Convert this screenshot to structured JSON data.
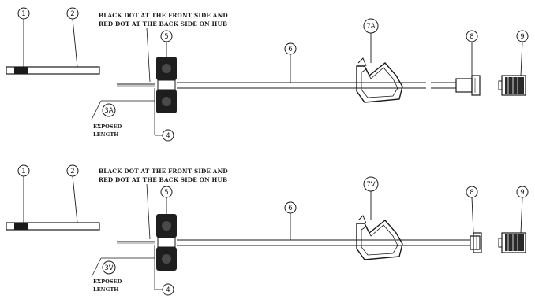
{
  "figure": {
    "background": "#ffffff",
    "ink": "#1a1a1a",
    "assemblies": [
      {
        "id": "arterial",
        "callouts": {
          "c1": "1",
          "c2": "2",
          "c3": "3A",
          "c4": "4",
          "c5": "5",
          "c6": "6",
          "c7": "7A",
          "c8": "8",
          "c9": "9"
        },
        "note_line1": "BLACK DOT AT THE FRONT SIDE AND",
        "note_line2": "RED DOT AT THE BACK SIDE ON HUB",
        "exposed_label_line1": "EXPOSED",
        "exposed_label_line2": "LENGTH"
      },
      {
        "id": "venous",
        "callouts": {
          "c1": "1",
          "c2": "2",
          "c3": "3V",
          "c4": "4",
          "c5": "5",
          "c6": "6",
          "c7": "7V",
          "c8": "8",
          "c9": "9"
        },
        "note_line1": "BLACK DOT AT THE FRONT SIDE AND",
        "note_line2": "RED DOT AT THE BACK SIDE ON HUB",
        "exposed_label_line1": "EXPOSED",
        "exposed_label_line2": "LENGTH"
      }
    ]
  }
}
